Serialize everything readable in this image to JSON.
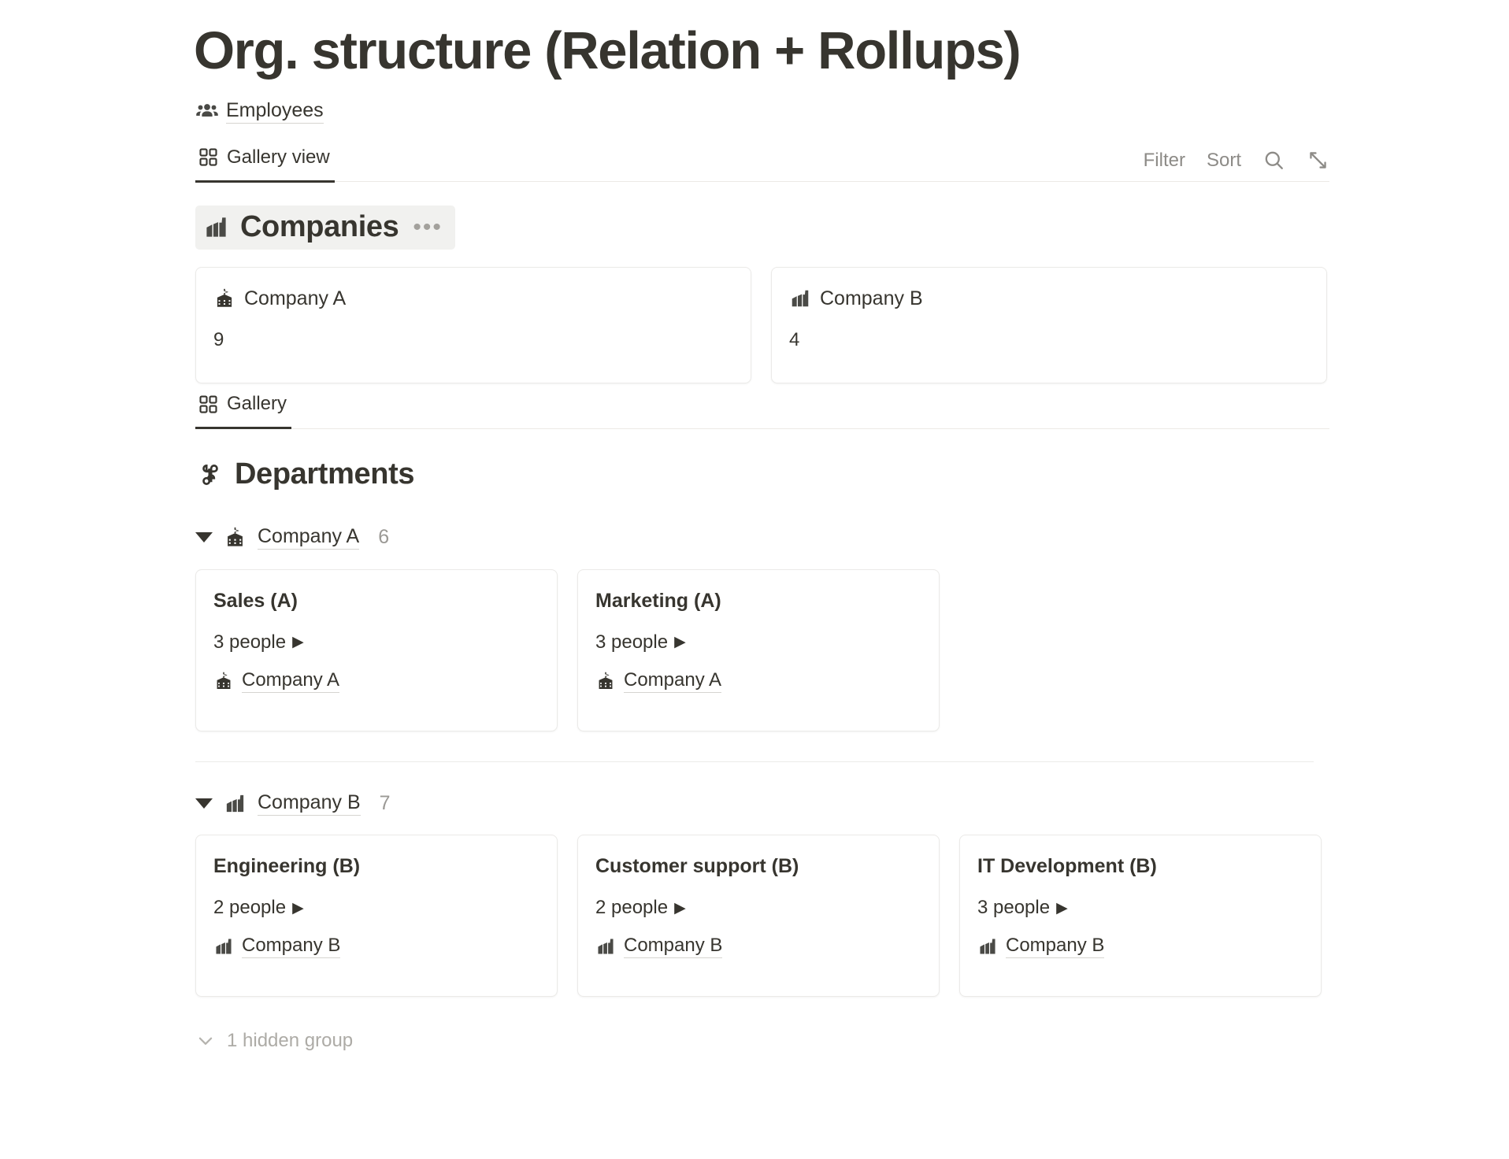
{
  "page": {
    "title": "Org. structure (Relation + Rollups)",
    "source": {
      "label": "Employees",
      "icon": "people-group-icon"
    }
  },
  "toolbar": {
    "tabs": [
      {
        "label": "Gallery view",
        "icon": "gallery-grid-icon",
        "active": true
      }
    ],
    "actions": {
      "filter_label": "Filter",
      "sort_label": "Sort",
      "search_icon": "search-icon",
      "expand_icon": "expand-diagonal-icon"
    }
  },
  "companies_section": {
    "title": "Companies",
    "icon": "factory-building-icon",
    "menu": "•••",
    "cards": [
      {
        "name": "Company A",
        "icon": "school-building-icon",
        "value": "9"
      },
      {
        "name": "Company B",
        "icon": "factory-building-icon",
        "value": "4"
      }
    ]
  },
  "departments_view": {
    "tabs": [
      {
        "label": "Gallery",
        "icon": "gallery-grid-icon",
        "active": true
      }
    ],
    "title": "Departments",
    "icon": "command-icon",
    "groups": [
      {
        "name": "Company A",
        "icon": "school-building-icon",
        "count": "6",
        "expanded": true,
        "cards": [
          {
            "title": "Sales (A)",
            "rollup": "3 people",
            "rollup_marker": "▶",
            "relation": "Company A",
            "relation_icon": "school-building-icon"
          },
          {
            "title": "Marketing (A)",
            "rollup": "3 people",
            "rollup_marker": "▶",
            "relation": "Company A",
            "relation_icon": "school-building-icon"
          }
        ]
      },
      {
        "name": "Company B",
        "icon": "factory-building-icon",
        "count": "7",
        "expanded": true,
        "cards": [
          {
            "title": "Engineering (B)",
            "rollup": "2 people",
            "rollup_marker": "▶",
            "relation": "Company B",
            "relation_icon": "factory-building-icon"
          },
          {
            "title": "Customer support (B)",
            "rollup": "2 people",
            "rollup_marker": "▶",
            "relation": "Company B",
            "relation_icon": "factory-building-icon"
          },
          {
            "title": "IT Development (B)",
            "rollup": "3 people",
            "rollup_marker": "▶",
            "relation": "Company B",
            "relation_icon": "factory-building-icon"
          }
        ]
      }
    ],
    "hidden_groups": {
      "label": "1 hidden group",
      "icon": "chevron-down-icon"
    }
  },
  "colors": {
    "text": "#37352f",
    "muted": "#8d8b87",
    "border": "#ebeae8",
    "highlight": "#f1f1ef"
  }
}
